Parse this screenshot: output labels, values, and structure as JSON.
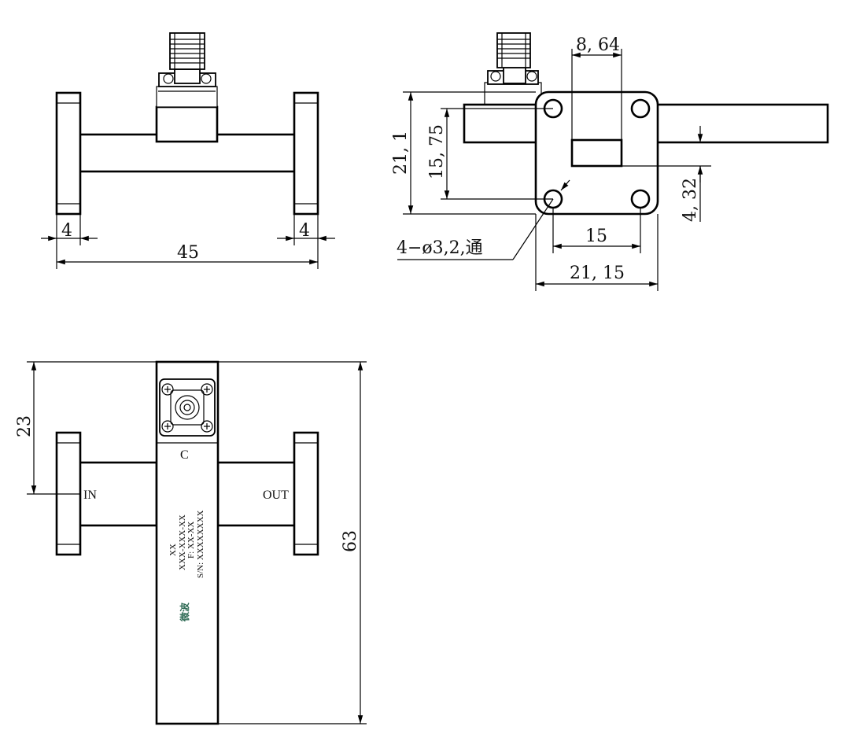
{
  "front_view": {
    "dim_flange_left": "4",
    "dim_flange_right": "4",
    "dim_total_length": "45"
  },
  "side_view": {
    "dim_aperture_width": "8, 64",
    "dim_flange_height": "21, 1",
    "dim_hole_spacing_v": "15, 75",
    "dim_aperture_offset": "4, 32",
    "dim_hole_spacing_h": "15",
    "dim_flange_width": "21, 15",
    "hole_callout": "4−ø3,2,通"
  },
  "top_view": {
    "dim_port_offset": "23",
    "dim_body_length": "63",
    "label_coupled_port": "C",
    "label_input": "IN",
    "label_output": "OUT",
    "nameplate": {
      "line1": "XX",
      "line2": "XXX-XXX-XX",
      "line3": "F: XX-XX",
      "line4": "S/N: XXXXXXXX",
      "logo": "微波"
    }
  },
  "colors": {
    "line": "#000000",
    "background": "#ffffff",
    "logo": "#2f6b55"
  }
}
